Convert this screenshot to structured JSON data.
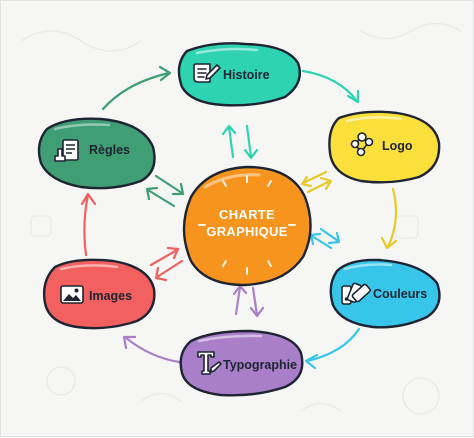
{
  "center": {
    "line1": "CHARTE",
    "line2": "GRAPHIQUE"
  },
  "nodes": {
    "histoire": {
      "label": "Histoire",
      "icon": "scroll-icon",
      "color": "#2ed4b2"
    },
    "logo": {
      "label": "Logo",
      "icon": "molecule-icon",
      "color": "#fbdf3a"
    },
    "couleurs": {
      "label": "Couleurs",
      "icon": "palette-swatches-icon",
      "color": "#37c6ea"
    },
    "typographie": {
      "label": "Typographie",
      "icon": "text-tool-icon",
      "color": "#a97fc9"
    },
    "images": {
      "label": "Images",
      "icon": "picture-icon",
      "color": "#f2605f"
    },
    "regles": {
      "label": "Règles",
      "icon": "stamp-document-icon",
      "color": "#3f9e74"
    }
  },
  "center_color": "#f7941d",
  "arrow_colors": {
    "histoire": "#2ed4b2",
    "logo": "#e8c927",
    "couleurs": "#37c6ea",
    "typographie": "#a97fc9",
    "images": "#f2605f",
    "regles": "#3f9e74"
  }
}
